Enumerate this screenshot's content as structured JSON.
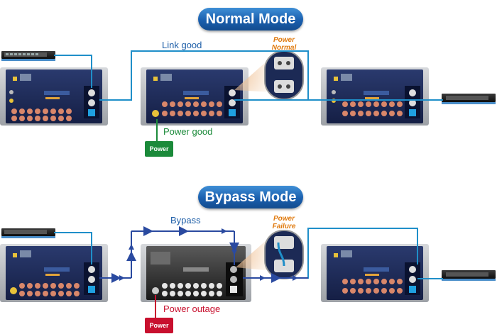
{
  "normal": {
    "title": "Normal Mode",
    "link_label": "Link good",
    "power_callout": [
      "Power",
      "Normal"
    ],
    "power_status": "Power good",
    "power_box": "Power"
  },
  "bypass": {
    "title": "Bypass Mode",
    "link_label": "Bypass",
    "power_callout": [
      "Power",
      "Failure"
    ],
    "power_status": "Power outage",
    "power_box": "Power"
  },
  "colors": {
    "title_bg": "#1a5fae",
    "link_line": "#1f8fc9",
    "arrow": "#2a4aa0",
    "power_good": "#1b8a3a",
    "power_fail": "#c8102e",
    "callout": "#e07b10",
    "chassis": "#1c2a55"
  },
  "icons": [
    "network-switch-icon",
    "industrial-switch-icon",
    "bypass-relay-icon",
    "power-supply-icon"
  ]
}
